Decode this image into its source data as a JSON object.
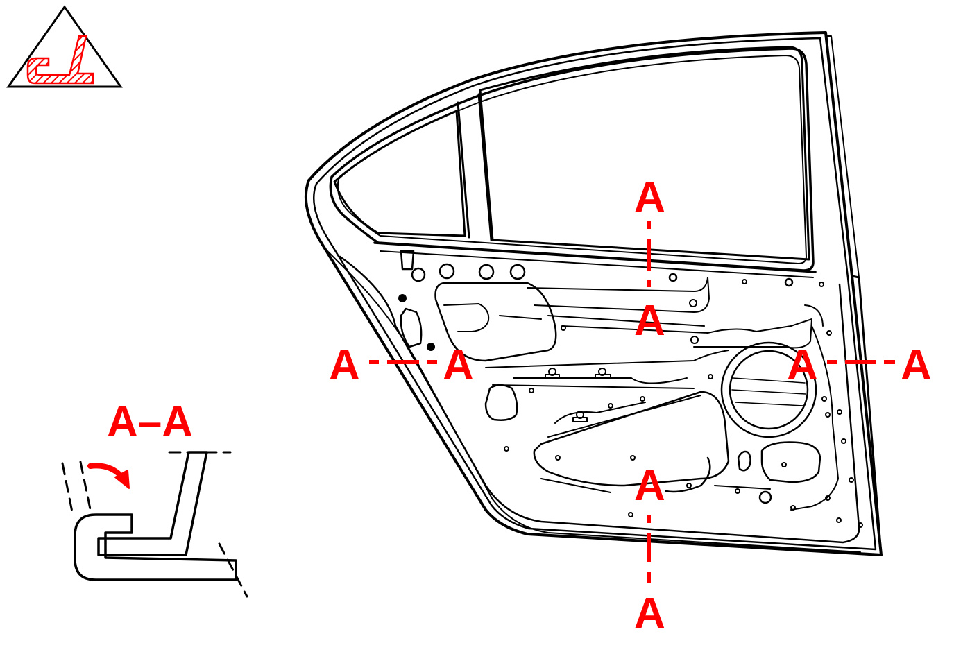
{
  "section_view_title": "A–A",
  "section_marks": {
    "vertical_top": "A",
    "vertical_upper_middle": "A",
    "vertical_lower_middle": "A",
    "vertical_bottom": "A",
    "horizontal_left_start": "A",
    "horizontal_left_end": "A",
    "horizontal_right_start": "A",
    "horizontal_right_end": "A"
  },
  "icons": {
    "hem_flange_warning": "hem-flange-warning-icon"
  },
  "colors": {
    "line": "#000000",
    "section_mark": "#ff0000",
    "background": "#ffffff"
  }
}
